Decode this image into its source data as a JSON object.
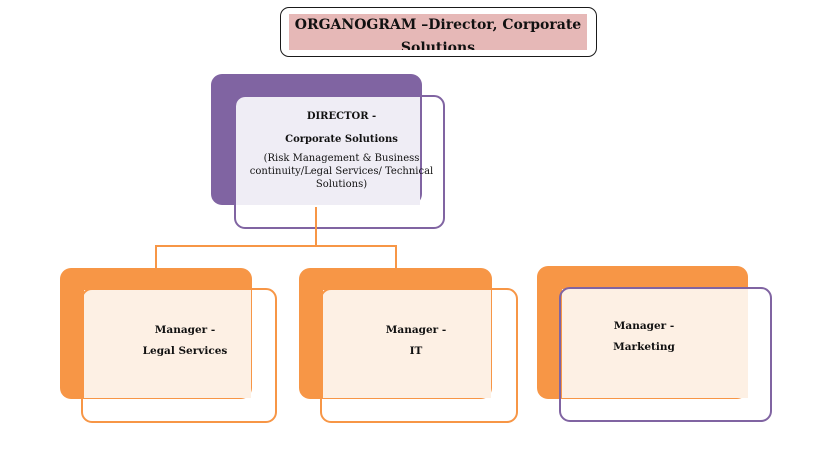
{
  "title": {
    "text": "ORGANOGRAM –Director, Corporate Solutions"
  },
  "director": {
    "line1": "DIRECTOR -",
    "line2": "Corporate Solutions",
    "line3": "(Risk Management & Business continuity/Legal Services/ Technical Solutions)"
  },
  "managers": [
    {
      "line1": "Manager -",
      "line2": "Legal Services"
    },
    {
      "line1": "Manager -",
      "line2": "IT"
    },
    {
      "line1": "Manager -",
      "line2": "Marketing"
    }
  ],
  "colors": {
    "title_band": "#e6b8b7",
    "director_accent": "#8064a2",
    "director_fill": "#efedf5",
    "manager_accent": "#f79646",
    "manager_fill": "#fdf0e4"
  }
}
